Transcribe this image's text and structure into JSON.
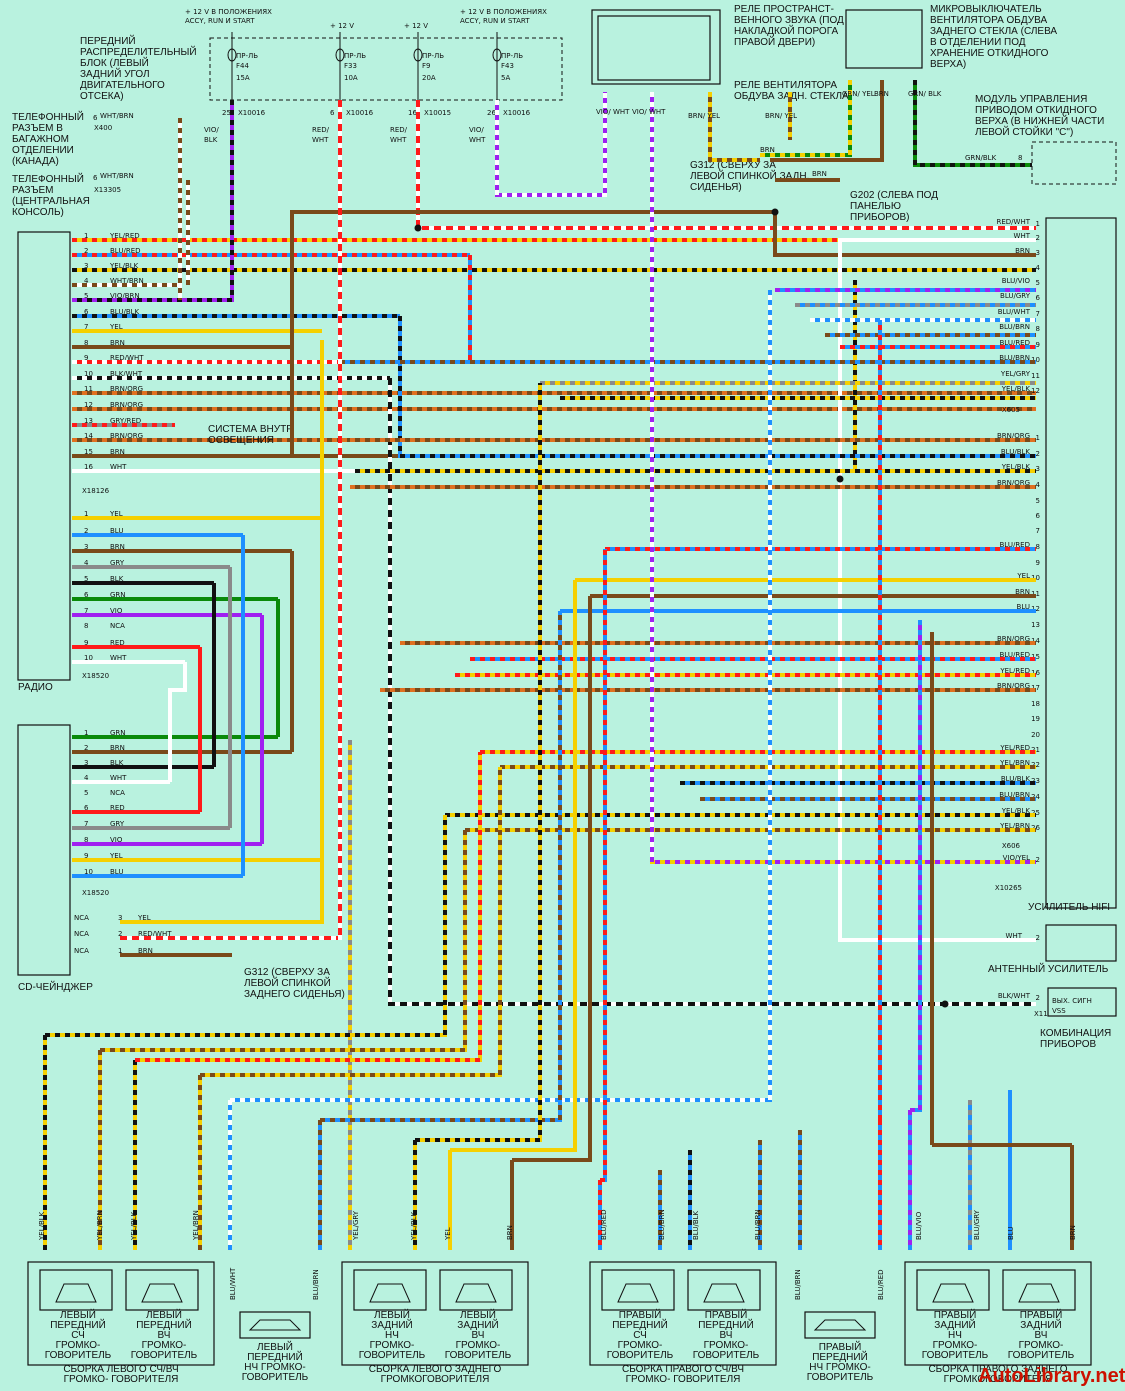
{
  "colors": {
    "yel": "#f5d000",
    "red": "#ff1a1a",
    "blu": "#1e90ff",
    "brn": "#7a4a1a",
    "wht": "#ffffff",
    "blk": "#111111",
    "grn": "#0a8a0a",
    "vio": "#a020f0",
    "gry": "#8a8a8a",
    "orange": "#e07020",
    "bg": "#b9f2df"
  },
  "fuses": [
    {
      "header": "+ 12 V В ПОЛОЖЕНИЯХ ACCY, RUN И START",
      "name": "ПР-ЛЬ",
      "id": "F44",
      "amp": "15A",
      "pin": "25",
      "conn": "X10016",
      "wire": "VIO/ BLK"
    },
    {
      "header": "+ 12 V",
      "name": "ПР-ЛЬ",
      "id": "F33",
      "amp": "10A",
      "pin": "6",
      "conn": "X10016",
      "wire": "RED/ WHT"
    },
    {
      "header": "+ 12 V",
      "name": "ПР-ЛЬ",
      "id": "F9",
      "amp": "20A",
      "pin": "16",
      "conn": "X10015",
      "wire": "RED/ WHT"
    },
    {
      "header": "+ 12 V В ПОЛОЖЕНИЯХ ACCY, RUN И START",
      "name": "ПР-ЛЬ",
      "id": "F43",
      "amp": "5A",
      "pin": "26",
      "conn": "X10016",
      "wire": "VIO/ WHT"
    }
  ],
  "blocks": {
    "front_fuse_box": "ПЕРЕДНИЙ РАСПРЕДЕЛИТЕЛЬНЫЙ БЛОК (ЛЕВЫЙ ЗАДНИЙ УГОЛ ДВИГАТЕЛЬНОГО ОТСЕКА)",
    "phone1": "ТЕЛЕФОННЫЙ РАЗЪЕМ В БАГАЖНОМ ОТДЕЛЕНИИ (КАНАДА)",
    "phone1_conn": "X400",
    "phone1_pin": "6",
    "phone1_wire": "WHT/BRN",
    "phone2": "ТЕЛЕФОННЫЙ РАЗЪЕМ (ЦЕНТРАЛЬНАЯ КОНСОЛЬ)",
    "phone2_conn": "X13305",
    "phone2_pin": "6",
    "phone2_wire": "WHT/BRN",
    "relay1": "РЕЛЕ ПРОСТРАНСТ- ВЕННОГО ЗВУКА (ПОД НАКЛАДКОЙ ПОРОГА ПРАВОЙ ДВЕРИ)",
    "relay2": "РЕЛЕ ВЕНТИЛЯТОРА ОБДУВА ЗАДН. СТЕКЛА",
    "microswitch": "МИКРОВЫКЛЮЧАТЕЛЬ ВЕНТИЛЯТОРА ОБДУВА ЗАДНЕГО СТЕКЛА (СЛЕВА В ОТДЕЛЕНИИ ПОД ХРАНЕНИЕ ОТКИДНОГО ВЕРХА)",
    "roof_module": "МОДУЛЬ УПРАВЛЕНИЯ ПРИВОДОМ ОТКИДНОГО ВЕРХА (В НИЖНЕЙ ЧАСТИ ЛЕВОЙ СТОЙКИ \"C\")",
    "g312_top": "G312 (СВЕРХУ ЗА ЛЕВОЙ СПИНКОЙ ЗАДН. СИДЕНЬЯ)",
    "g202": "G202 (СЛЕВА ПОД ПАНЕЛЬЮ ПРИБОРОВ)",
    "radio": "РАДИО",
    "cd": "CD-ЧЕЙНДЖЕР",
    "g312_bottom": "G312 (СВЕРХУ ЗА ЛЕВОЙ СПИНКОЙ ЗАДНЕГО СИДЕНЬЯ)",
    "lighting": "СИСТЕМА ВНУТР. ОСВЕЩЕНИЯ",
    "amp": "УСИЛИТЕЛЬ HIFI",
    "antenna": "АНТЕННЫЙ УСИЛИТЕЛЬ",
    "cluster": "КОМБИНАЦИЯ ПРИБОРОВ",
    "vss": "ВЫХ. СИГН VSS",
    "watermark": "AutoLibrary.net"
  },
  "radio_pins": [
    {
      "n": "1",
      "w": "YEL/RED"
    },
    {
      "n": "2",
      "w": "BLU/RED"
    },
    {
      "n": "3",
      "w": "YEL/BLK"
    },
    {
      "n": "4",
      "w": "WHT/BRN"
    },
    {
      "n": "5",
      "w": "VIO/BRN"
    },
    {
      "n": "6",
      "w": "BLU/BLK"
    },
    {
      "n": "7",
      "w": "YEL"
    },
    {
      "n": "8",
      "w": "BRN"
    },
    {
      "n": "9",
      "w": "RED/WHT"
    },
    {
      "n": "10",
      "w": "BLK/WHT"
    },
    {
      "n": "11",
      "w": "BRN/ORG"
    },
    {
      "n": "12",
      "w": "BRN/ORG"
    },
    {
      "n": "13",
      "w": "GRY/RED"
    },
    {
      "n": "14",
      "w": "BRN/ORG"
    },
    {
      "n": "15",
      "w": "BRN"
    },
    {
      "n": "16",
      "w": "WHT"
    }
  ],
  "radio_conn1": "X18126",
  "radio_pins2": [
    {
      "n": "1",
      "w": "YEL"
    },
    {
      "n": "2",
      "w": "BLU"
    },
    {
      "n": "3",
      "w": "BRN"
    },
    {
      "n": "4",
      "w": "GRY"
    },
    {
      "n": "5",
      "w": "BLK"
    },
    {
      "n": "6",
      "w": "GRN"
    },
    {
      "n": "7",
      "w": "VIO"
    },
    {
      "n": "8",
      "w": "NCA"
    },
    {
      "n": "9",
      "w": "RED"
    },
    {
      "n": "10",
      "w": "WHT"
    }
  ],
  "radio_conn2": "X18520",
  "cd_pins": [
    {
      "n": "1",
      "w": "GRN"
    },
    {
      "n": "2",
      "w": "BRN"
    },
    {
      "n": "3",
      "w": "BLK"
    },
    {
      "n": "4",
      "w": "WHT"
    },
    {
      "n": "5",
      "w": "NCA"
    },
    {
      "n": "6",
      "w": "RED"
    },
    {
      "n": "7",
      "w": "GRY"
    },
    {
      "n": "8",
      "w": "VIO"
    },
    {
      "n": "9",
      "w": "YEL"
    },
    {
      "n": "10",
      "w": "BLU"
    }
  ],
  "cd_conn": "X18520",
  "cd_pwr": [
    {
      "n": "NCA",
      "p": "3",
      "w": "YEL"
    },
    {
      "n": "NCA",
      "p": "2",
      "w": "RED/WHT"
    },
    {
      "n": "NCA",
      "p": "1",
      "w": "BRN"
    }
  ],
  "amp_pins_a": [
    {
      "n": "1",
      "w": "RED/WHT"
    },
    {
      "n": "2",
      "w": "WHT"
    },
    {
      "n": "3",
      "w": "BRN"
    },
    {
      "n": "4",
      "w": ""
    },
    {
      "n": "5",
      "w": "BLU/VIO"
    },
    {
      "n": "6",
      "w": "BLU/GRY"
    },
    {
      "n": "7",
      "w": "BLU/WHT"
    },
    {
      "n": "8",
      "w": "BLU/BRN"
    },
    {
      "n": "9",
      "w": "BLU/RED"
    },
    {
      "n": "10",
      "w": "BLU/BRN"
    },
    {
      "n": "11",
      "w": "YEL/GRY"
    },
    {
      "n": "12",
      "w": "YEL/BLK"
    }
  ],
  "amp_conn_a": "X605",
  "amp_pins_b": [
    {
      "n": "1",
      "w": "BRN/ORG"
    },
    {
      "n": "2",
      "w": "BLU/BLK"
    },
    {
      "n": "3",
      "w": "YEL/BLK"
    },
    {
      "n": "4",
      "w": "BRN/ORG"
    },
    {
      "n": "5",
      "w": ""
    },
    {
      "n": "6",
      "w": ""
    },
    {
      "n": "7",
      "w": ""
    },
    {
      "n": "8",
      "w": "BLU/RED"
    },
    {
      "n": "9",
      "w": ""
    },
    {
      "n": "10",
      "w": "YEL"
    },
    {
      "n": "11",
      "w": "BRN"
    },
    {
      "n": "12",
      "w": "BLU"
    },
    {
      "n": "13",
      "w": ""
    },
    {
      "n": "14",
      "w": "BRN/ORG"
    },
    {
      "n": "15",
      "w": "BLU/RED"
    },
    {
      "n": "16",
      "w": "YEL/RED"
    },
    {
      "n": "17",
      "w": "BRN/ORG"
    },
    {
      "n": "18",
      "w": ""
    },
    {
      "n": "19",
      "w": ""
    },
    {
      "n": "20",
      "w": ""
    },
    {
      "n": "21",
      "w": "YEL/RED"
    },
    {
      "n": "22",
      "w": "YEL/BRN"
    },
    {
      "n": "23",
      "w": "BLU/BLK"
    },
    {
      "n": "24",
      "w": "BLU/BRN"
    },
    {
      "n": "25",
      "w": "YEL/BLK"
    },
    {
      "n": "26",
      "w": "YEL/BRN"
    }
  ],
  "amp_conn_b": "X606",
  "amp_pin_vio": {
    "n": "2",
    "w": "VIO/YEL"
  },
  "amp_conn_c": "X10265",
  "antenna_pin": {
    "n": "2",
    "w": "WHT"
  },
  "vss_pin": {
    "n": "2",
    "w": "BLK/WHT",
    "conn": "X11"
  },
  "speakers": [
    {
      "g1": "ЛЕВЫЙ ПЕРЕДНИЙ СЧ ГРОМКО- ГОВОРИТЕЛЬ",
      "g2": "ЛЕВЫЙ ПЕРЕДНИЙ ВЧ ГРОМКО- ГОВОРИТЕЛЬ",
      "group": "СБОРКА ЛЕВОГО СЧ/ВЧ ГРОМКО- ГОВОРИТЕЛЯ",
      "w": [
        "YEL/BLK",
        "YEL/BRN",
        "YEL/BLK",
        "YEL/BRN"
      ]
    },
    {
      "g1": "ЛЕВЫЙ ЗАДНИЙ НЧ ГРОМКО- ГОВОРИТЕЛЬ",
      "g2": "ЛЕВЫЙ ЗАДНИЙ ВЧ ГРОМКО- ГОВОРИТЕЛЬ",
      "group": "СБОРКА ЛЕВОГО ЗАДНЕГО ГРОМКОГОВОРИТЕЛЯ",
      "w": [
        "YEL/GRY",
        "YEL/BLK",
        "YEL",
        "BRN"
      ]
    },
    {
      "g1": "ПРАВЫЙ ПЕРЕДНИЙ СЧ ГРОМКО- ГОВОРИТЕЛЬ",
      "g2": "ПРАВЫЙ ПЕРЕДНИЙ ВЧ ГРОМКО- ГОВОРИТЕЛЬ",
      "group": "СБОРКА ПРАВОГО СЧ/ВЧ ГРОМКО- ГОВОРИТЕЛЯ",
      "w": [
        "BLU/RED",
        "BLU/BRN",
        "BLU/BLK",
        "BLU/BRN"
      ]
    },
    {
      "g1": "ПРАВЫЙ ЗАДНИЙ НЧ ГРОМКО- ГОВОРИТЕЛЬ",
      "g2": "ПРАВЫЙ ЗАДНИЙ ВЧ ГРОМКО- ГОВОРИТЕЛЬ",
      "group": "СБОРКА ПРАВОГО ЗАДНЕГО ГРОМКОГОВОРИТЕЛЯ",
      "w": [
        "BLU/VIO",
        "BLU/GRY",
        "BLU",
        "BRN"
      ]
    }
  ],
  "woofers": [
    {
      "name": "ЛЕВЫЙ ПЕРЕДНИЙ НЧ ГРОМКО- ГОВОРИТЕЛЬ",
      "w": [
        "BLU/WHT",
        "BLU/BRN"
      ]
    },
    {
      "name": "ПРАВЫЙ ПЕРЕДНИЙ НЧ ГРОМКО- ГОВОРИТЕЛЬ",
      "w": [
        "BLU/BRN",
        "BLU/RED"
      ]
    }
  ],
  "misc_wires": {
    "relay_pin6": "VIO/ WHT",
    "relay_pin2": "VIO/ WHT",
    "relay_pin4": "BRN/ YEL",
    "relay2_brn": "BRN/ YEL",
    "g312_brn": "BRN",
    "g202_brn": "BRN",
    "mic_grn_yel": "GRN/ YEL",
    "mic_brn": "BRN",
    "mic_grn_blk": "GRN/ BLK",
    "roof_wire": "GRN/BLK",
    "roof_pin": "8"
  }
}
